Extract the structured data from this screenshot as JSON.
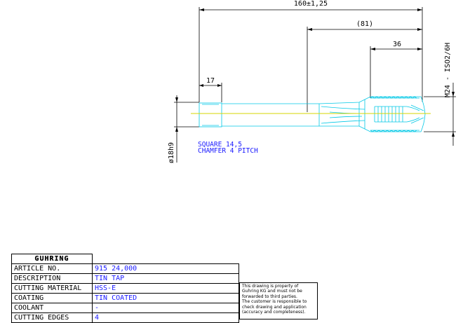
{
  "dimensions": {
    "overall_length": "160±1,25",
    "shank_length": "(81)",
    "thread_length": "36",
    "square_length": "17",
    "thread_spec": "M24 - ISO2/6H",
    "shank_diameter": "ø18h9"
  },
  "notes": [
    "SQUARE 14,5",
    "CHAMFER 4 PITCH"
  ],
  "colors": {
    "line": "#000000",
    "outline": "#00c8e6",
    "centerline": "#d6d600",
    "text_blue": "#1a1aff"
  },
  "title_block": {
    "logo": "GUHRING",
    "rows": [
      {
        "label": "ARTICLE NO.",
        "value": "915 24,000"
      },
      {
        "label": "DESCRIPTION",
        "value": "TIN TAP"
      },
      {
        "label": "CUTTING MATERIAL",
        "value": "HSS-E"
      },
      {
        "label": "COATING",
        "value": "TIN COATED"
      },
      {
        "label": "COOLANT",
        "value": "-"
      },
      {
        "label": "CUTTING EDGES",
        "value": "4"
      }
    ]
  },
  "disclaimer": [
    "This drawing is property of",
    "Guhring KG and must not be",
    "forwarded to third parties.",
    "The customer is responsible to",
    "check drawing and application",
    "(accuracy and completeness)."
  ]
}
